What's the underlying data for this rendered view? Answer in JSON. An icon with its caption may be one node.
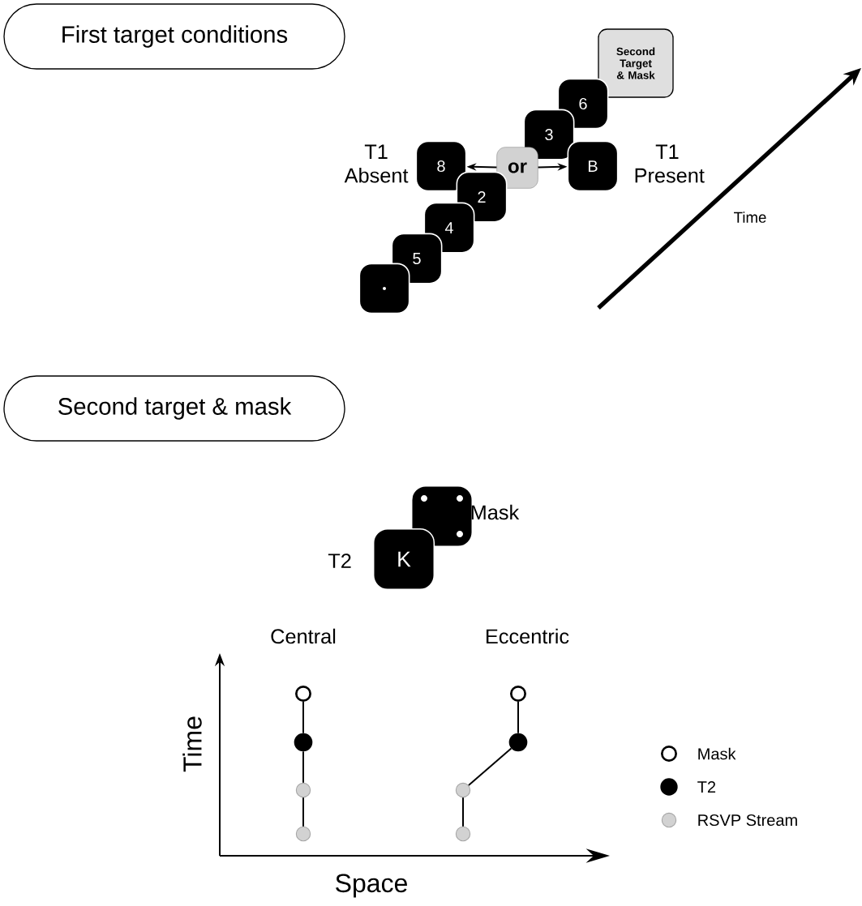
{
  "diagram": {
    "nodes": [
      {
        "text": [
          "First target conditions"
        ]
      },
      {
        "text": [
          "Second Target & Mask"
        ]
      },
      {
        "text": [
          "6"
        ]
      },
      {
        "text": [
          "3"
        ]
      },
      {
        "text": [
          "8"
        ],
        "beside": [
          "T1 Absent"
        ]
      },
      {
        "text": [
          "or"
        ]
      },
      {
        "text": [
          "B"
        ],
        "beside": [
          "T1 Present"
        ]
      },
      {
        "text": [
          "2"
        ]
      },
      {
        "text": [
          "4"
        ]
      },
      {
        "text": [
          "5"
        ]
      },
      {
        "text": [],
        "shape": "box"
      },
      {
        "text": [
          "Second target & mask"
        ]
      },
      {
        "text": [],
        "shape": "box",
        "beside": [
          "Mask"
        ]
      },
      {
        "text": [
          "K"
        ],
        "beside": [
          "T2"
        ]
      },
      {
        "text": [],
        "shape": "circle"
      },
      {
        "text": [],
        "shape": "circle"
      },
      {
        "text": [],
        "shape": "circle"
      },
      {
        "text": [],
        "shape": "circle"
      },
      {
        "text": [],
        "shape": "circle"
      },
      {
        "text": [],
        "shape": "circle"
      },
      {
        "text": [],
        "shape": "circle"
      },
      {
        "text": [],
        "shape": "circle"
      }
    ],
    "edges": [
      {
        "from": 5,
        "to": 4,
        "arrow": "to"
      },
      {
        "from": 5,
        "to": 6,
        "arrow": "to"
      },
      {
        "from": 14,
        "to": 16,
        "arrow": "none"
      },
      {
        "from": 16,
        "to": 18,
        "arrow": "none"
      },
      {
        "from": 18,
        "to": 20,
        "arrow": "none"
      },
      {
        "from": 15,
        "to": 17,
        "arrow": "none"
      },
      {
        "from": 17,
        "to": 19,
        "arrow": "none"
      },
      {
        "from": 19,
        "to": 21,
        "arrow": "none"
      }
    ],
    "labels": [
      "Time",
      "Central",
      "Eccentric",
      "Time",
      "Space"
    ],
    "legend": [
      {
        "text": "Mask"
      },
      {
        "text": "T2"
      },
      {
        "text": "RSVP Stream"
      }
    ]
  }
}
